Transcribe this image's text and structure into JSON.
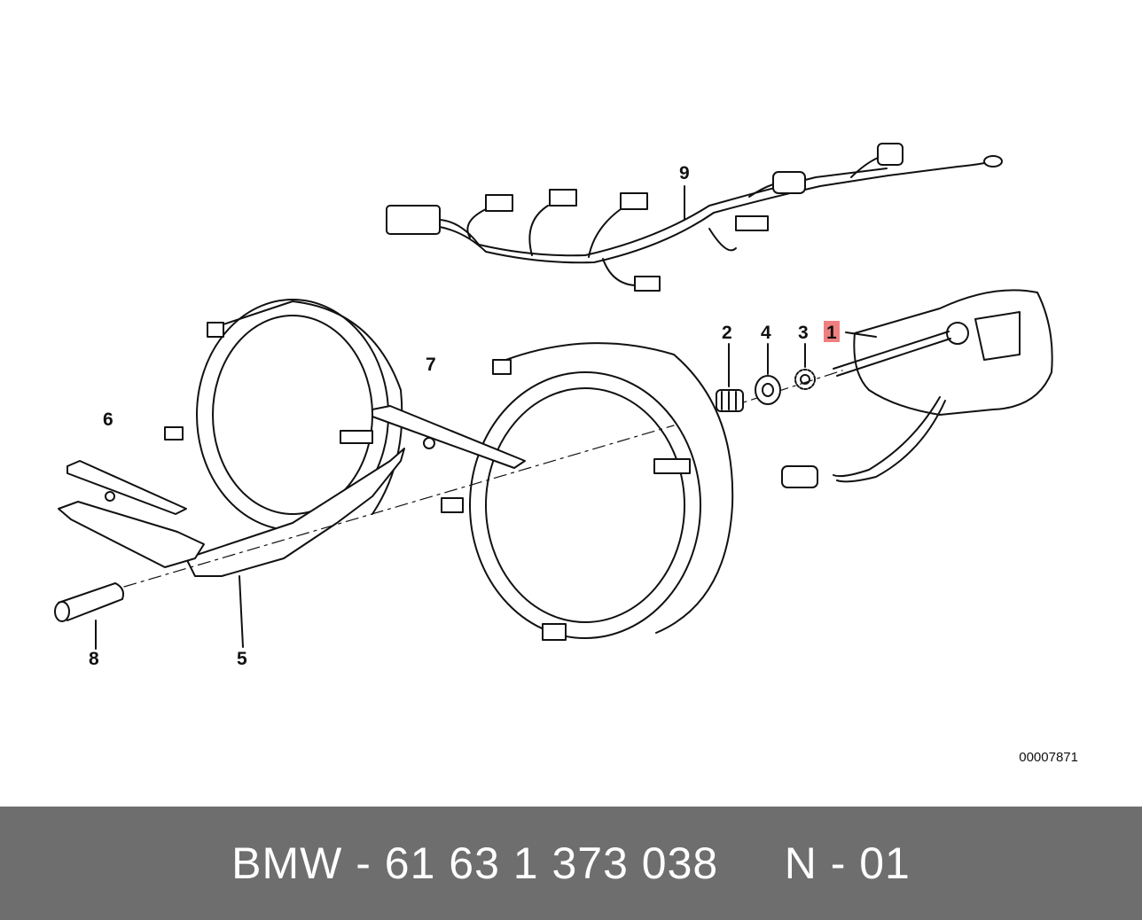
{
  "diagram": {
    "callouts": {
      "c1": "1",
      "c2": "2",
      "c3": "3",
      "c4": "4",
      "c5": "5",
      "c6": "6",
      "c7": "7",
      "c8": "8",
      "c9": "9"
    },
    "highlight_color": "#f08080",
    "reference_code": "00007871"
  },
  "footer": {
    "brand": "BMW",
    "part_number": "61 63 1 373 038",
    "position_code": "N - 01",
    "background": "#6e6e6e"
  }
}
